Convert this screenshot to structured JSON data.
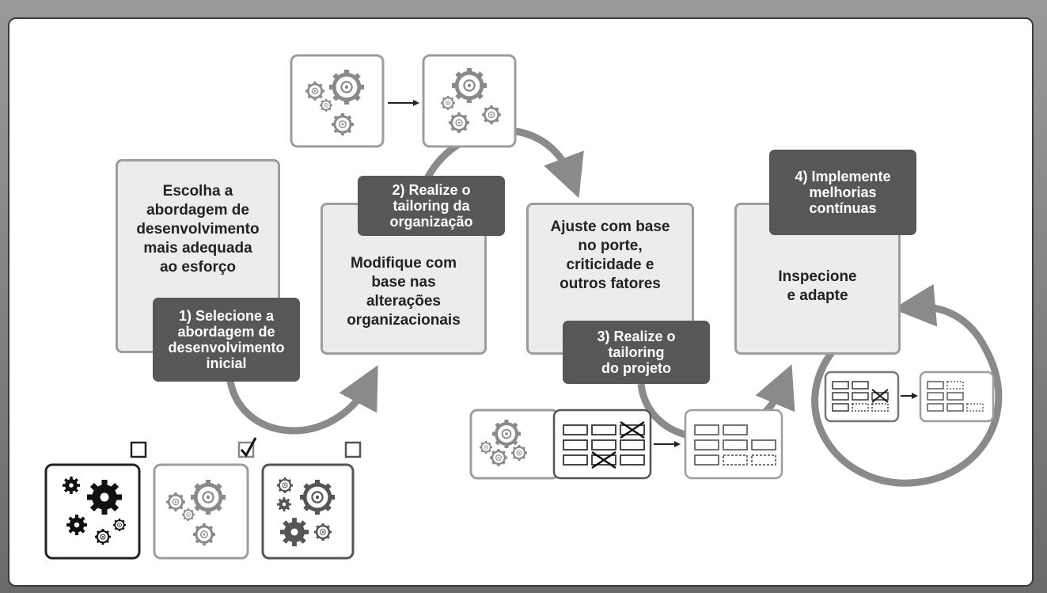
{
  "steps": [
    {
      "box_text": "Escolha a\nabordagem de\ndesenvolvimento\nmais adequada\nao esforço",
      "label": "1) Selecione a\nabordagem de\ndesenvolvimento\ninicial"
    },
    {
      "box_text": "Modifique com\nbase nas\nalterações\norganizacionais",
      "label": "2) Realize o\ntailoring da\norganização"
    },
    {
      "box_text": "Ajuste com base\nno porte,\ncriticidade e\noutros fatores",
      "label": "3) Realize o\ntailoring\ndo projeto"
    },
    {
      "box_text": "Inspecione\ne adapte",
      "label": "4) Implemente\nmelhorias\ncontínuas"
    }
  ],
  "options": [
    {
      "checked": false
    },
    {
      "checked": true
    },
    {
      "checked": false
    }
  ],
  "colors": {
    "label_bg": "#575757",
    "box_bg": "#ececec",
    "arrow": "#8a8a8a"
  }
}
